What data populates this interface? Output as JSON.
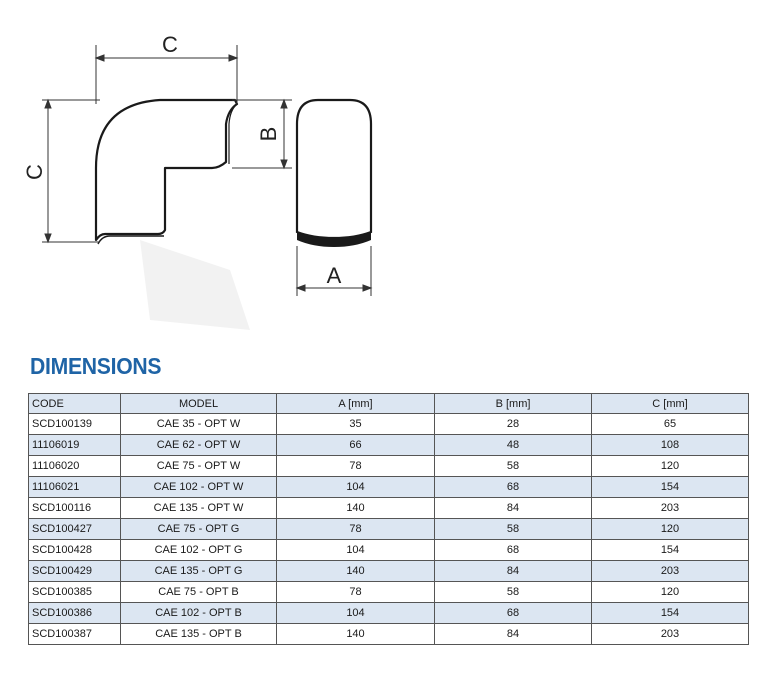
{
  "drawing": {
    "labels": {
      "top": "C",
      "left": "C",
      "height": "B",
      "width": "A"
    }
  },
  "heading": "DIMENSIONS",
  "table": {
    "headers": [
      "CODE",
      "MODEL",
      "A [mm]",
      "B [mm]",
      "C [mm]"
    ],
    "rows": [
      [
        "SCD100139",
        "CAE 35 - OPT W",
        "35",
        "28",
        "65"
      ],
      [
        "11106019",
        "CAE 62 - OPT W",
        "66",
        "48",
        "108"
      ],
      [
        "11106020",
        "CAE 75 - OPT W",
        "78",
        "58",
        "120"
      ],
      [
        "11106021",
        "CAE 102 - OPT W",
        "104",
        "68",
        "154"
      ],
      [
        "SCD100116",
        "CAE 135 - OPT W",
        "140",
        "84",
        "203"
      ],
      [
        "SCD100427",
        "CAE 75 - OPT G",
        "78",
        "58",
        "120"
      ],
      [
        "SCD100428",
        "CAE 102 - OPT G",
        "104",
        "68",
        "154"
      ],
      [
        "SCD100429",
        "CAE 135 - OPT G",
        "140",
        "84",
        "203"
      ],
      [
        "SCD100385",
        "CAE 75 - OPT B",
        "78",
        "58",
        "120"
      ],
      [
        "SCD100386",
        "CAE 102 - OPT B",
        "104",
        "68",
        "154"
      ],
      [
        "SCD100387",
        "CAE 135 - OPT B",
        "140",
        "84",
        "203"
      ]
    ]
  },
  "colors": {
    "heading": "#1f64a6",
    "row_stripe": "#dce6f2",
    "border": "#555555"
  }
}
